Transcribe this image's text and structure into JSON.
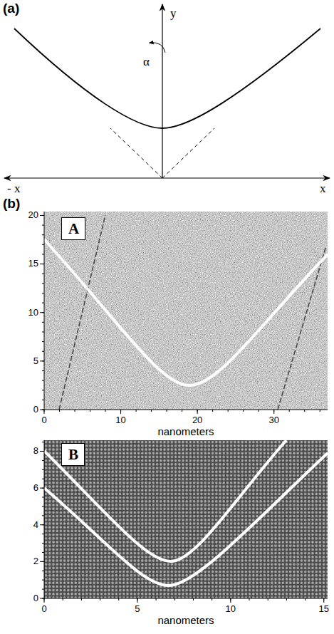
{
  "diagram": {
    "nodes": [
      {
        "text": [
          "A"
        ]
      },
      {
        "text": [
          "B"
        ]
      }
    ],
    "labels": [
      "(a)",
      "y",
      "α",
      "- x",
      "x",
      "(b)",
      "0",
      "5",
      "10",
      "15",
      "20",
      "0",
      "10",
      "20",
      "30",
      "nanometers",
      "0",
      "2",
      "4",
      "6",
      "8",
      "0",
      "5",
      "10",
      "15",
      "nanometers"
    ]
  }
}
